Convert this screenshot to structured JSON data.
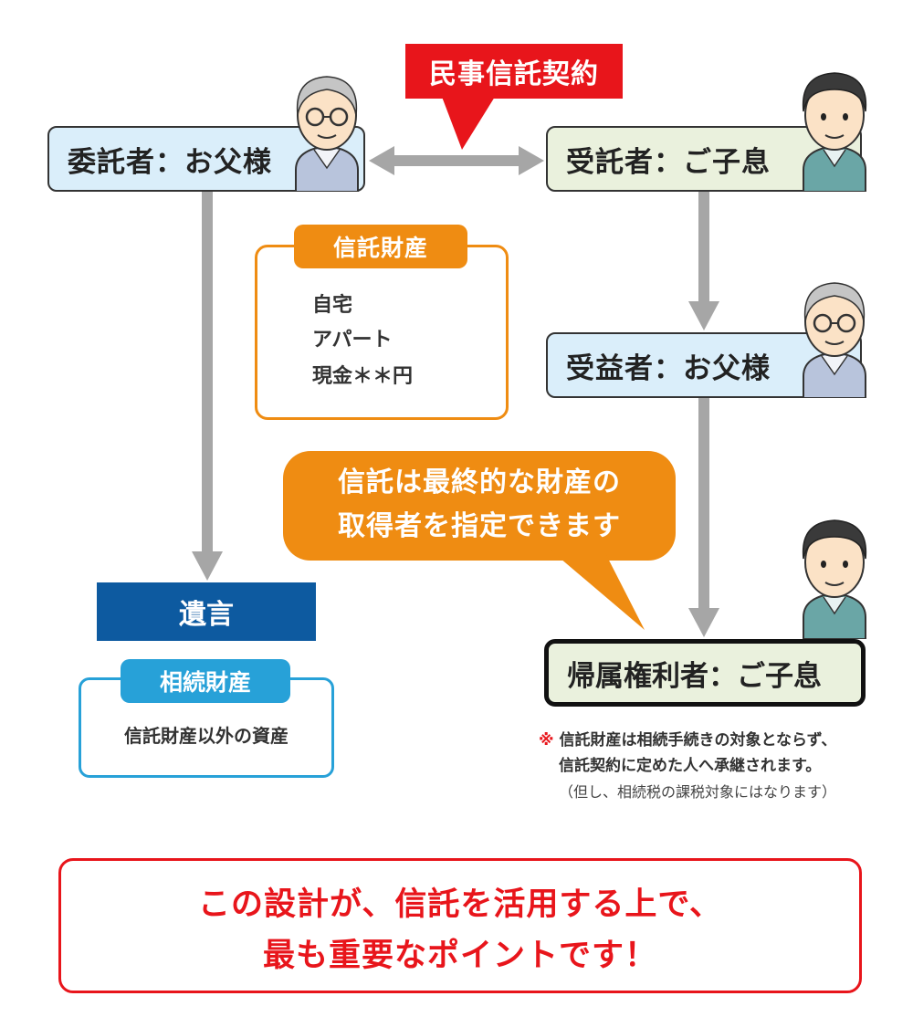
{
  "contract": {
    "label": "民事信託契約"
  },
  "settlor": {
    "label": "委託者：お父様"
  },
  "trustee": {
    "label": "受託者：ご子息"
  },
  "beneficiary": {
    "label": "受益者：お父様"
  },
  "trust_property": {
    "title": "信託財産",
    "items": [
      "自宅",
      "アパート",
      "現金＊＊円"
    ]
  },
  "callout": {
    "lines": [
      "信託は最終的な財産の",
      "取得者を指定できます"
    ]
  },
  "will": {
    "label": "遺言"
  },
  "inheritance": {
    "title": "相続財産",
    "text": "信託財産以外の資産"
  },
  "heir": {
    "label": "帰属権利者：ご子息"
  },
  "note": {
    "mark": "※",
    "line1": "信託財産は相続手続きの対象とならず、",
    "line2": "信託契約に定めた人へ承継されます。",
    "line3": "（但し、相続税の課税対象にはなります）"
  },
  "key_message": {
    "line1": "この設計が、信託を活用する上で、",
    "line2": "最も重要なポイントです！"
  },
  "colors": {
    "red": "#e8151b",
    "orange": "#ef8c12",
    "blue_dark": "#0d5aa0",
    "blue_light": "#27a1d8",
    "arrow_gray": "#a6a6a6"
  },
  "icons": [
    "old-man-avatar-icon",
    "young-man-avatar-icon"
  ]
}
